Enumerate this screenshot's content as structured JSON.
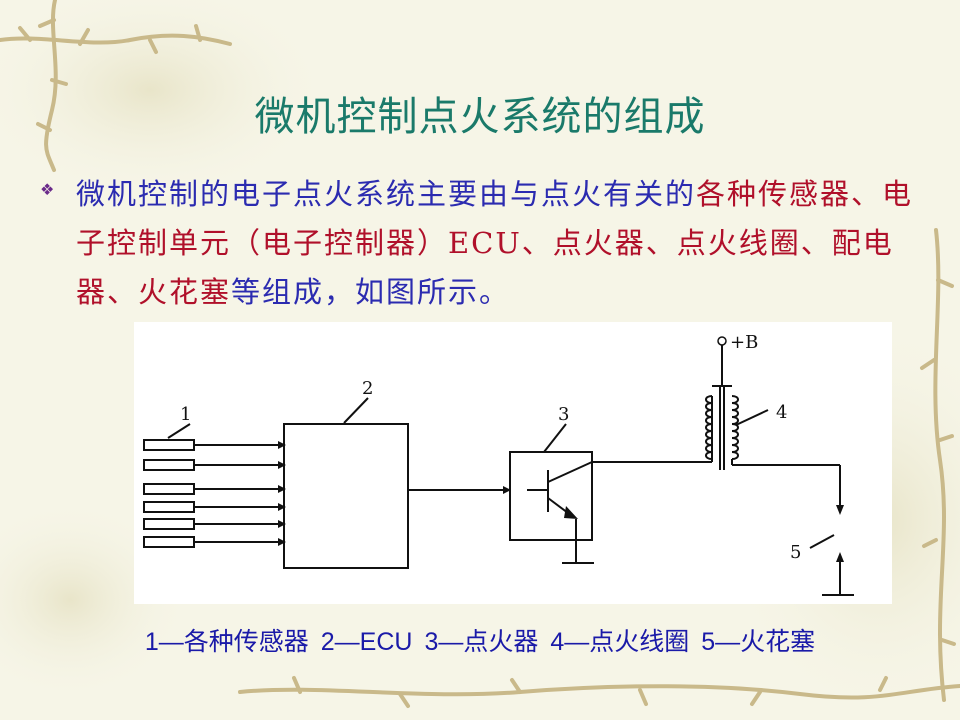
{
  "slide": {
    "title": "微机控制点火系统的组成",
    "paragraph": {
      "part1": "微机控制的电子点火系统主要由与点火有关的",
      "highlight": "各种传感器、电子控制单元（电子控制器）ECU、点火器、点火线圈、配电器、火花塞",
      "part2": "等组成，如图所示。"
    }
  },
  "diagram": {
    "labels": {
      "sensors": "1",
      "ecu": "2",
      "igniter": "3",
      "coil": "4",
      "spark_plug": "5",
      "power": "+B"
    }
  },
  "legend": {
    "items": [
      "1—各种传感器",
      "2—ECU",
      "3—点火器",
      "4—点火线圈",
      "5—火花塞"
    ]
  },
  "colors": {
    "title": "#1a7a6a",
    "text": "#2b2bb0",
    "highlight": "#b0102a",
    "vine": "#c9b98a"
  }
}
